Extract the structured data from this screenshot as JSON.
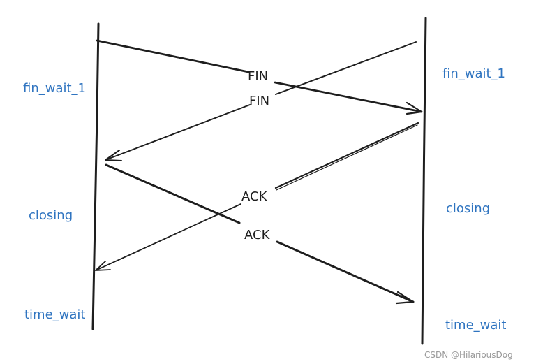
{
  "left_states": {
    "fin_wait_1": "fin_wait_1",
    "closing": "closing",
    "time_wait": "time_wait"
  },
  "right_states": {
    "fin_wait_1": "fin_wait_1",
    "closing": "closing",
    "time_wait": "time_wait"
  },
  "messages": {
    "fin_left_to_right": "FIN",
    "fin_right_to_left": "FIN",
    "ack_right_to_left": "ACK",
    "ack_left_to_right": "ACK"
  },
  "watermark": "CSDN @HilariousDog",
  "colors": {
    "state_text": "#2f74c0",
    "line": "#1e1e1e",
    "watermark": "#9a9a9a"
  }
}
